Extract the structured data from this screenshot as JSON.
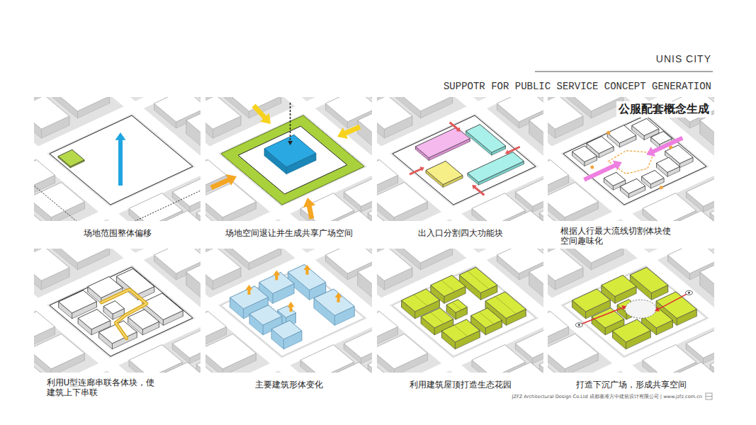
{
  "diagram": {
    "title": "公服配套概念生成",
    "nodes": [
      {
        "text": [
          "场地范围整体偏移"
        ]
      },
      {
        "text": [
          "场地空间退让并生成共享广场空间"
        ]
      },
      {
        "text": [
          "出入口分割四大功能块"
        ]
      },
      {
        "text": [
          "根据人行最大流线切割体块使 空间趣味化"
        ]
      },
      {
        "text": [
          "利用U型连廊串联各体块，使 建筑上下串联"
        ]
      },
      {
        "text": [
          "主要建筑形体变化"
        ]
      },
      {
        "text": [
          "利用建筑屋顶打造生态花园"
        ]
      },
      {
        "text": [
          "打造下沉广场，形成共享空间"
        ]
      }
    ],
    "labels": [
      "UNIS CITY",
      "SUPPOTR FOR PUBLIC SERVICE CONCEPT GENERATION",
      "JZFZ Architectural Design Co.Ltd 成都基准方中建筑设计有限公司 | www.jzfz.com.cn"
    ]
  }
}
